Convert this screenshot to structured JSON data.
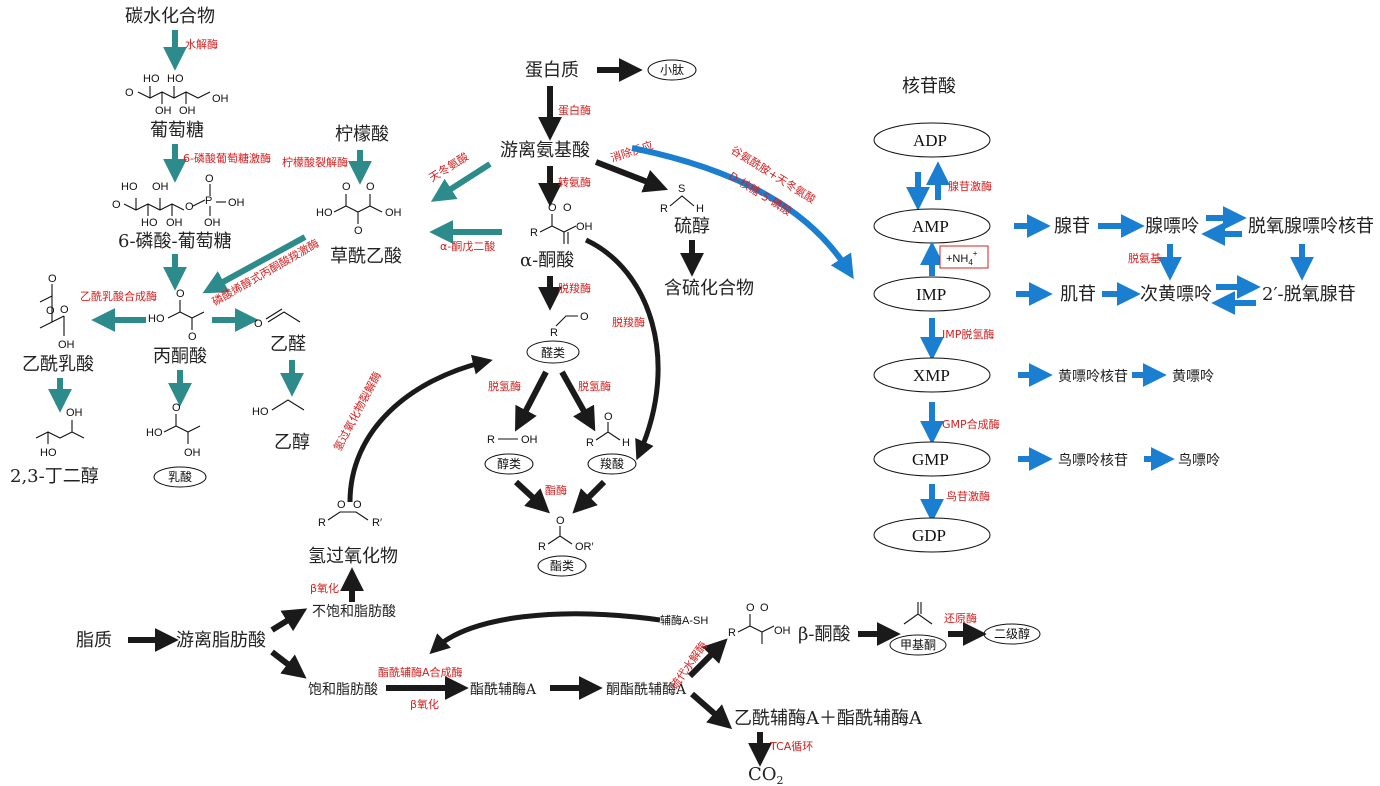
{
  "colors": {
    "black_arrow": "#1a1a1a",
    "teal_arrow": "#2e8b8b",
    "blue_arrow": "#1a7fd0",
    "enzyme_label": "#d42020"
  },
  "nodes": {
    "carbohydrate": "碳水化合物",
    "glucose": "葡萄糖",
    "g6p": "6-磷酸-葡萄糖",
    "citric_acid": "柠檬酸",
    "oxaloacetate": "草酰乙酸",
    "pyruvate": "丙酮酸",
    "acetolactate": "乙酰乳酸",
    "acetaldehyde": "乙醛",
    "butanediol": "2,3-丁二醇",
    "lactic_acid": "乳酸",
    "ethanol": "乙醇",
    "protein": "蛋白质",
    "peptide": "小肽",
    "free_amino_acids": "游离氨基酸",
    "alpha_keto_acid": "α-酮酸",
    "thiol": "硫醇",
    "sulfur_compounds": "含硫化合物",
    "aldehydes": "醛类",
    "alcohols": "醇类",
    "carboxylic_acids": "羧酸",
    "esters": "酯类",
    "hydroperoxide": "氢过氧化物",
    "lipid": "脂质",
    "free_fatty_acid": "游离脂肪酸",
    "unsaturated_fa": "不饱和脂肪酸",
    "saturated_fa": "饱和脂肪酸",
    "acyl_coa": "酯酰辅酶A",
    "ketoacyl_coa": "酮酯酰辅酶A",
    "beta_keto_acid": "β-酮酸",
    "methyl_ketone": "甲基酮",
    "secondary_alcohol": "二级醇",
    "acetyl_plus_acyl": "乙酰辅酶A＋酯酰辅酶A",
    "co2": "CO",
    "co2_sub": "2",
    "nucleotide": "核苷酸",
    "adp": "ADP",
    "amp": "AMP",
    "imp": "IMP",
    "xmp": "XMP",
    "gmp": "GMP",
    "gdp": "GDP",
    "adenosine": "腺苷",
    "adenine": "腺嘌呤",
    "deoxyadenosine": "脱氧腺嘌呤核苷",
    "inosine": "肌苷",
    "hypoxanthine": "次黄嘌呤",
    "deoxyinosine": "2′-脱氧腺苷",
    "xanthosine": "黄嘌呤核苷",
    "xanthine": "黄嘌呤",
    "guanosine": "鸟嘌呤核苷",
    "guanine": "鸟嘌呤",
    "nh4": "+NH"
  },
  "enzymes": {
    "hydrolase": "水解酶",
    "g6p_kinase": "6-磷酸葡萄糖激酶",
    "citrate_lyase": "柠檬酸裂解酶",
    "aspartate": "天冬氨酸",
    "akg": "α-酮戊二酸",
    "pep_carboxykinase": "磷酸烯醇式丙酮酸羧激酶",
    "acetolactate_synthase": "乙酰乳酸合成酶",
    "protease": "蛋白酶",
    "transaminase": "转氨酶",
    "elimination": "消除反应",
    "decarboxylase1": "脱羧酶",
    "decarboxylase2": "脱羧酶",
    "dehydrogenase1": "脱氢酶",
    "dehydrogenase2": "脱氢酶",
    "esterase": "酯酶",
    "hydroperoxide_lyase": "氢过氧化物裂解酶",
    "gln_asp": "谷氨酰胺+天冬氨酸",
    "prpp": "D-核糖-5-磷酸",
    "adenylate_kinase": "腺苷激酶",
    "deaminase": "脱氨基",
    "imp_dh": "IMP脱氢酶",
    "gmp_synthase": "GMP合成酶",
    "guanylate_kinase": "鸟苷激酶",
    "beta_ox1": "β氧化",
    "acyl_coa_synthase": "酯酰辅酶A合成酶",
    "beta_ox2": "β氧化",
    "thiolase": "硫代水解酶",
    "coa_sh": "辅酶A-SH",
    "reductase": "还原酶",
    "tca": "TCA循环"
  },
  "chem": {
    "ho": "HO",
    "oh": "OH",
    "o": "O",
    "p": "P",
    "r": "R",
    "h": "H",
    "s": "S",
    "or_prime": "OR′",
    "r_prime": "R′"
  }
}
